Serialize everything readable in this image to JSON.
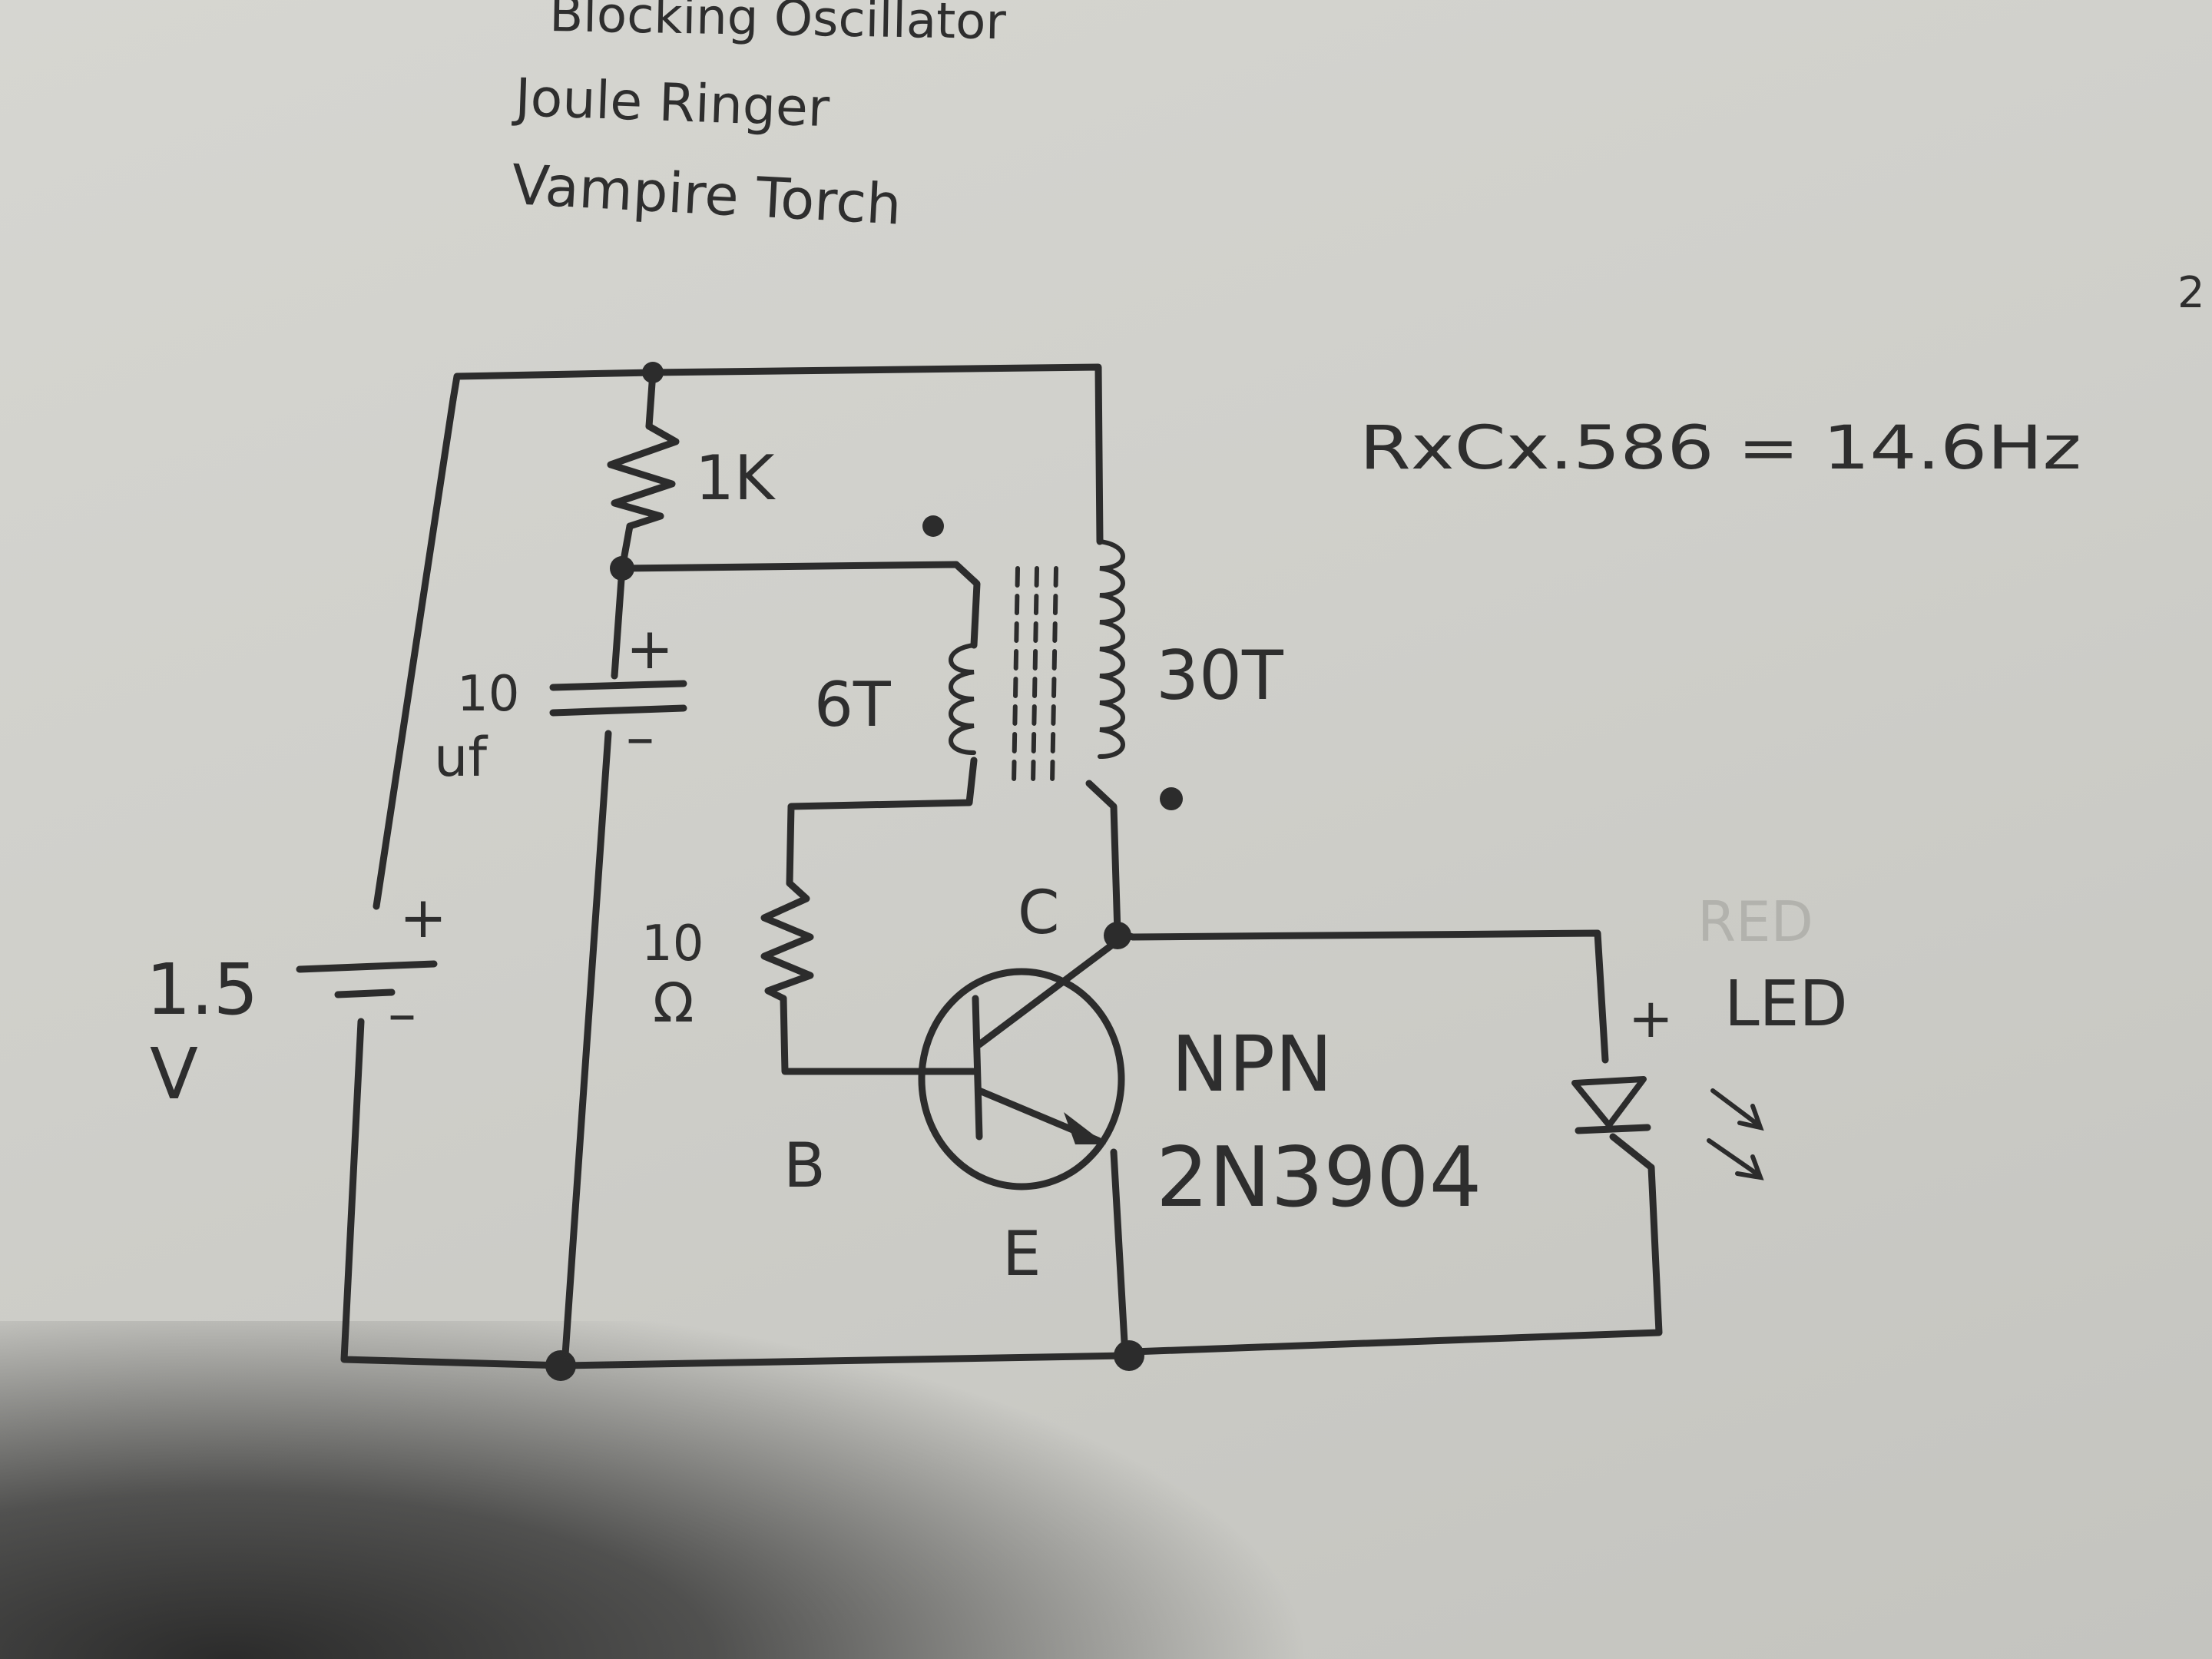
{
  "notes": {
    "line1": "Blocking Oscillator",
    "line2": "Joule Ringer",
    "line3": "Vampire Torch",
    "formula": "RxCx.586 = 14.6Hz",
    "page_mark": "2"
  },
  "components": {
    "r1_label": "1K",
    "cap_value": "10",
    "cap_unit": "uf",
    "cap_plus": "+",
    "cap_minus": "–",
    "coil_primary": "6T",
    "coil_secondary": "30T",
    "r2_value": "10",
    "r2_unit": "Ω",
    "battery_value": "1.5",
    "battery_unit": "V",
    "battery_plus": "+",
    "battery_minus": "–",
    "collector": "C",
    "base": "B",
    "emitter": "E",
    "transistor_type": "NPN",
    "transistor_part": "2N3904",
    "led_plus": "+",
    "led_label": "LED",
    "led_color_faint": "RED"
  }
}
